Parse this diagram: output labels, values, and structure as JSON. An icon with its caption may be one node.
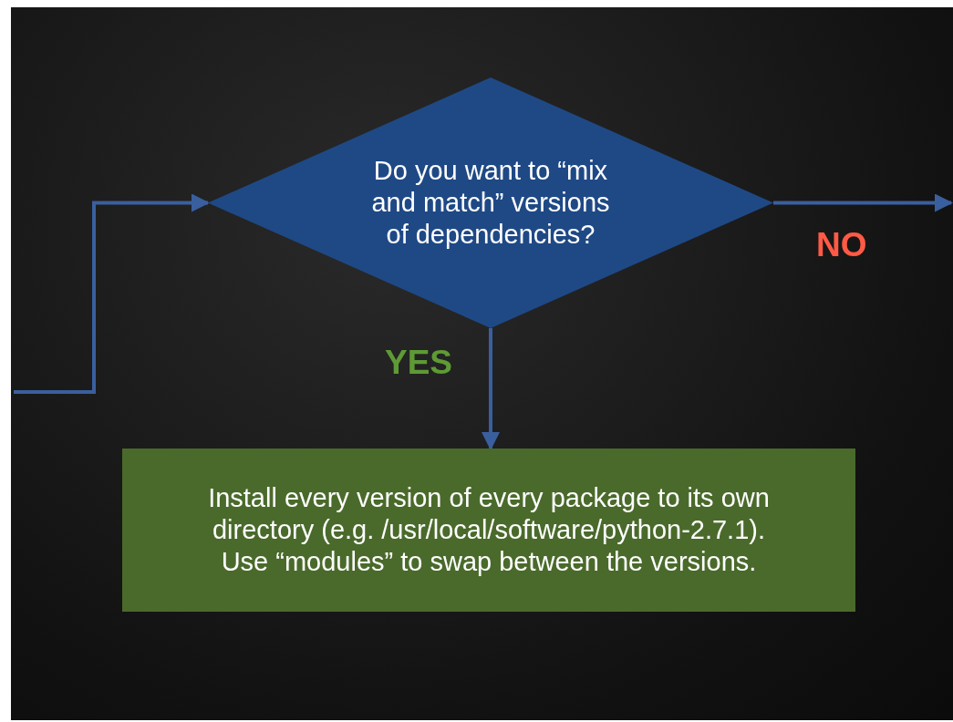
{
  "diagram": {
    "nodes": [
      {
        "text": [
          "Do you want to “mix and match” versions of dependencies?"
        ]
      },
      {
        "text": [
          "Install every version of every package to its own directory (e.g. /usr/local/software/python-2.7.1). Use “modules” to swap between the versions."
        ]
      }
    ],
    "edges": [
      {
        "from": null,
        "to": 0,
        "arrow": "to"
      },
      {
        "from": 0,
        "to": 1,
        "arrow": "to",
        "label": "YES",
        "color": "#3a5f9e"
      },
      {
        "from": 0,
        "to": null,
        "arrow": "to",
        "label": "NO",
        "color": "#3a5f9e"
      }
    ]
  }
}
